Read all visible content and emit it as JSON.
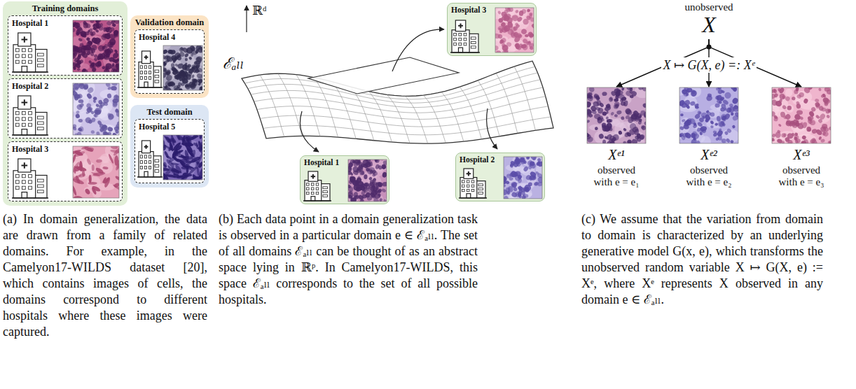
{
  "diagram": {
    "nodes": [
      {
        "text": [
          "Training domains"
        ]
      },
      {
        "text": [
          "Hospital 1"
        ],
        "in": 0
      },
      {
        "text": [
          "Hospital 2"
        ],
        "in": 0
      },
      {
        "text": [
          "Hospital 3"
        ],
        "in": 0
      },
      {
        "text": [
          "Validation domain"
        ]
      },
      {
        "text": [
          "Hospital 4"
        ],
        "in": 4
      },
      {
        "text": [
          "Test domain"
        ]
      },
      {
        "text": [
          "Hospital 5"
        ],
        "in": 6
      },
      {
        "text": [
          "Hospital 3"
        ]
      },
      {
        "text": [
          "Hospital 1"
        ]
      },
      {
        "text": [
          "Hospital 2"
        ]
      },
      {
        "text": [
          "unobserved",
          "X"
        ]
      },
      {
        "text": [
          "Xᵉ¹",
          "observed with e = e₁"
        ]
      },
      {
        "text": [
          "Xᵉ²",
          "observed with e = e₂"
        ]
      },
      {
        "text": [
          "Xᵉ³",
          "observed with e = e₃"
        ]
      }
    ],
    "edges": [
      {
        "from": 11,
        "to": 12,
        "arrow": "to"
      },
      {
        "from": 11,
        "to": 13,
        "arrow": "to",
        "label": "X ↦ G(X, e) =: Xᵉ"
      },
      {
        "from": 11,
        "to": 14,
        "arrow": "to"
      }
    ],
    "labels": [
      "ℝᵈ",
      "ℰₐₗₗ",
      "(a) In domain generalization, the data are drawn from a family of related domains. For example, in the Camelyon17-WILDS dataset [20], which contains images of cells, the domains correspond to different hospitals where these images were captured.",
      "(b) Each data point in a domain generalization task is observed in a particular domain e ∈ ℰₐₗₗ. The set of all domains ℰₐₗₗ can be thought of as an abstract space lying in ℝᵖ. In Camelyon17-WILDS, this space ℰₐₗₗ corresponds to the set of all possible hospitals.",
      "(c) We assume that the variation from domain to domain is characterized by an underlying generative model G(x, e), which transforms the unobserved random variable X ↦ G(X, e) := Xᵉ, where Xᵉ represents X observed in any domain e ∈ ℰₐₗₗ."
    ]
  }
}
